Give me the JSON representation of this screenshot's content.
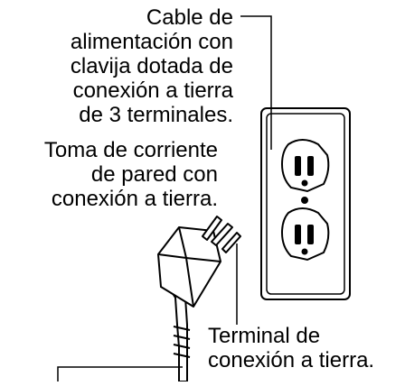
{
  "labels": {
    "cable": [
      "Cable de",
      "alimentación con",
      "clavija dotada de",
      "conexión a tierra",
      "de 3 terminales."
    ],
    "outlet": [
      "Toma de corriente",
      "de pared con",
      "conexión a tierra."
    ],
    "ground_terminal": [
      "Terminal de",
      "conexión a tierra."
    ]
  },
  "colors": {
    "line": "#000000",
    "background": "#ffffff",
    "outlet_face": "#ffffff",
    "plug_face": "#ffffff"
  }
}
